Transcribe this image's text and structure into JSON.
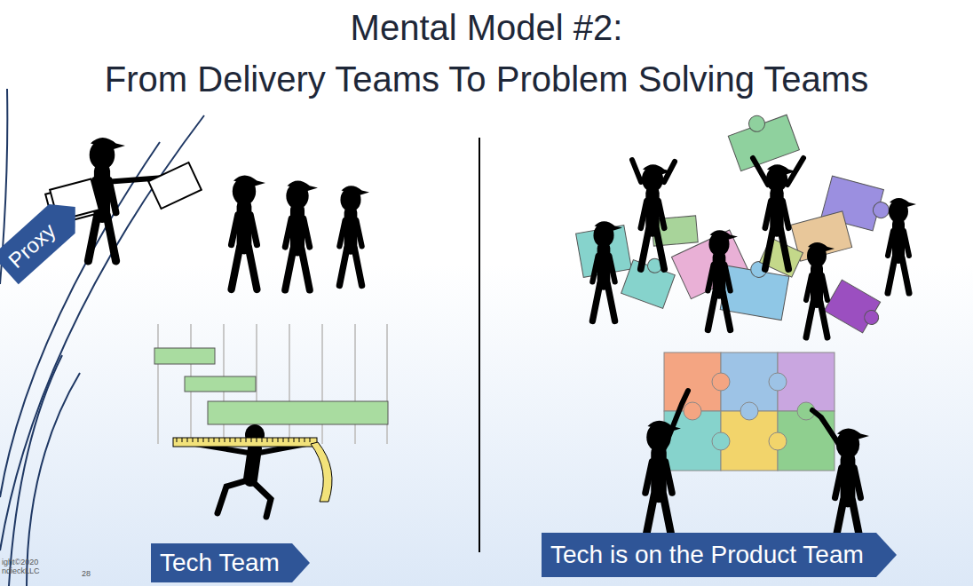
{
  "diagram": {
    "title": "Mental Model #2: From Delivery Teams To Problem Solving Teams",
    "nodes": [
      {
        "text": [
          "Proxy"
        ]
      },
      {
        "text": [
          "Tech Team"
        ]
      },
      {
        "text": [
          "Tech is on the Product Team"
        ]
      }
    ],
    "labels": [
      "ight©2020 ndieckLLC",
      "28"
    ]
  }
}
